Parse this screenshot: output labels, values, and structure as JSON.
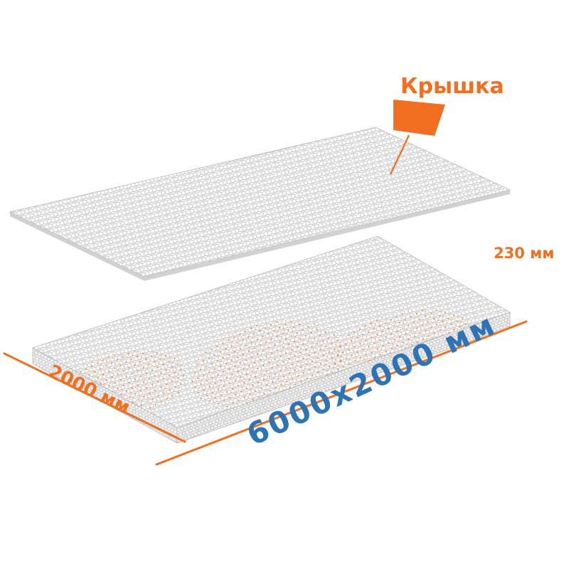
{
  "diagram": {
    "callout": {
      "label": "Крышка"
    },
    "labels": {
      "width": "2000 мм",
      "length": "6000х2000 мм",
      "height": "230 мм"
    },
    "colors": {
      "orange": "#F06F21",
      "orange_light": "#F29B56",
      "blue": "#2E74B5",
      "mesh": "#C6C6C6"
    }
  }
}
